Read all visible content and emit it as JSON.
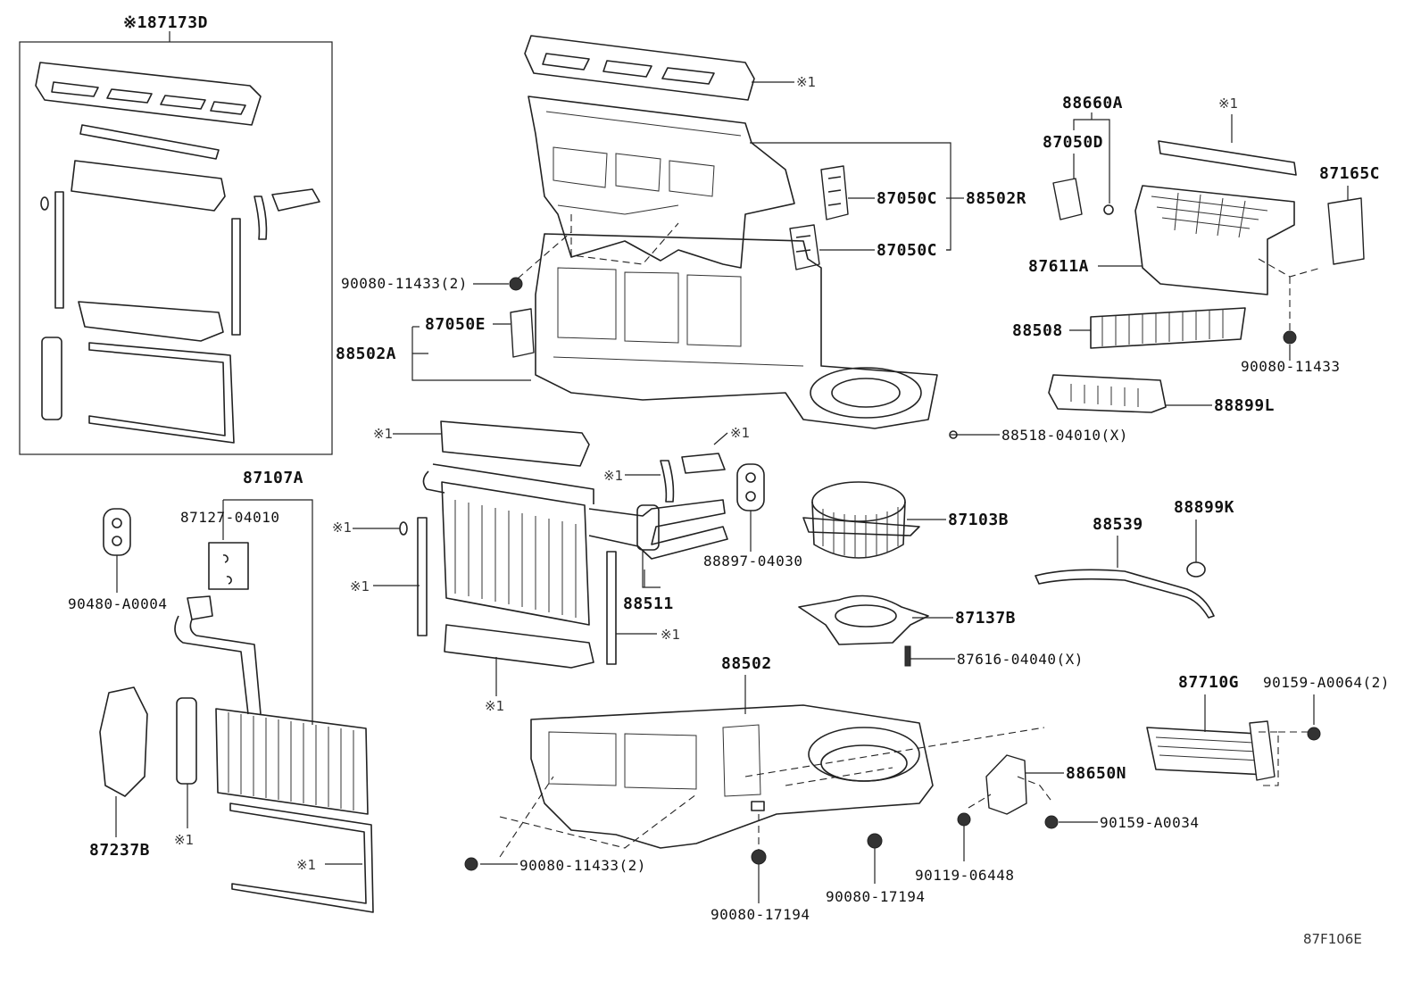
{
  "diagram_code": "87F106E",
  "inset_kit": {
    "number": "87173D",
    "prefix": "※1"
  },
  "ref_mark": "※1",
  "labels": {
    "p87107A": "87107A",
    "p87127_04010": "87127-04010",
    "p90480_A0004": "90480-A0004",
    "p87237B": "87237B",
    "p88660A": "88660A",
    "p87050D": "87050D",
    "p87165C": "87165C",
    "p87611A": "87611A",
    "p88508": "88508",
    "p90080_11433": "90080-11433",
    "p88899L": "88899L",
    "p87050C_a": "87050C",
    "p87050C_b": "87050C",
    "p88502R": "88502R",
    "p90080_11433_2_top": "90080-11433(2)",
    "p87050E": "87050E",
    "p88502A": "88502A",
    "p88518_04010_X": "88518-04010(X)",
    "p88897_04030": "88897-04030",
    "p88511": "88511",
    "p87103B": "87103B",
    "p88539": "88539",
    "p88899K": "88899K",
    "p87137B": "87137B",
    "p87616_04040_X": "87616-04040(X)",
    "p88502": "88502",
    "p87710G": "87710G",
    "p90159_A0064_2": "90159-A0064(2)",
    "p88650N": "88650N",
    "p90159_A0034": "90159-A0034",
    "p90119_06448": "90119-06448",
    "p90080_17194_a": "90080-17194",
    "p90080_17194_b": "90080-17194",
    "p90080_11433_2_bot": "90080-11433(2)"
  }
}
